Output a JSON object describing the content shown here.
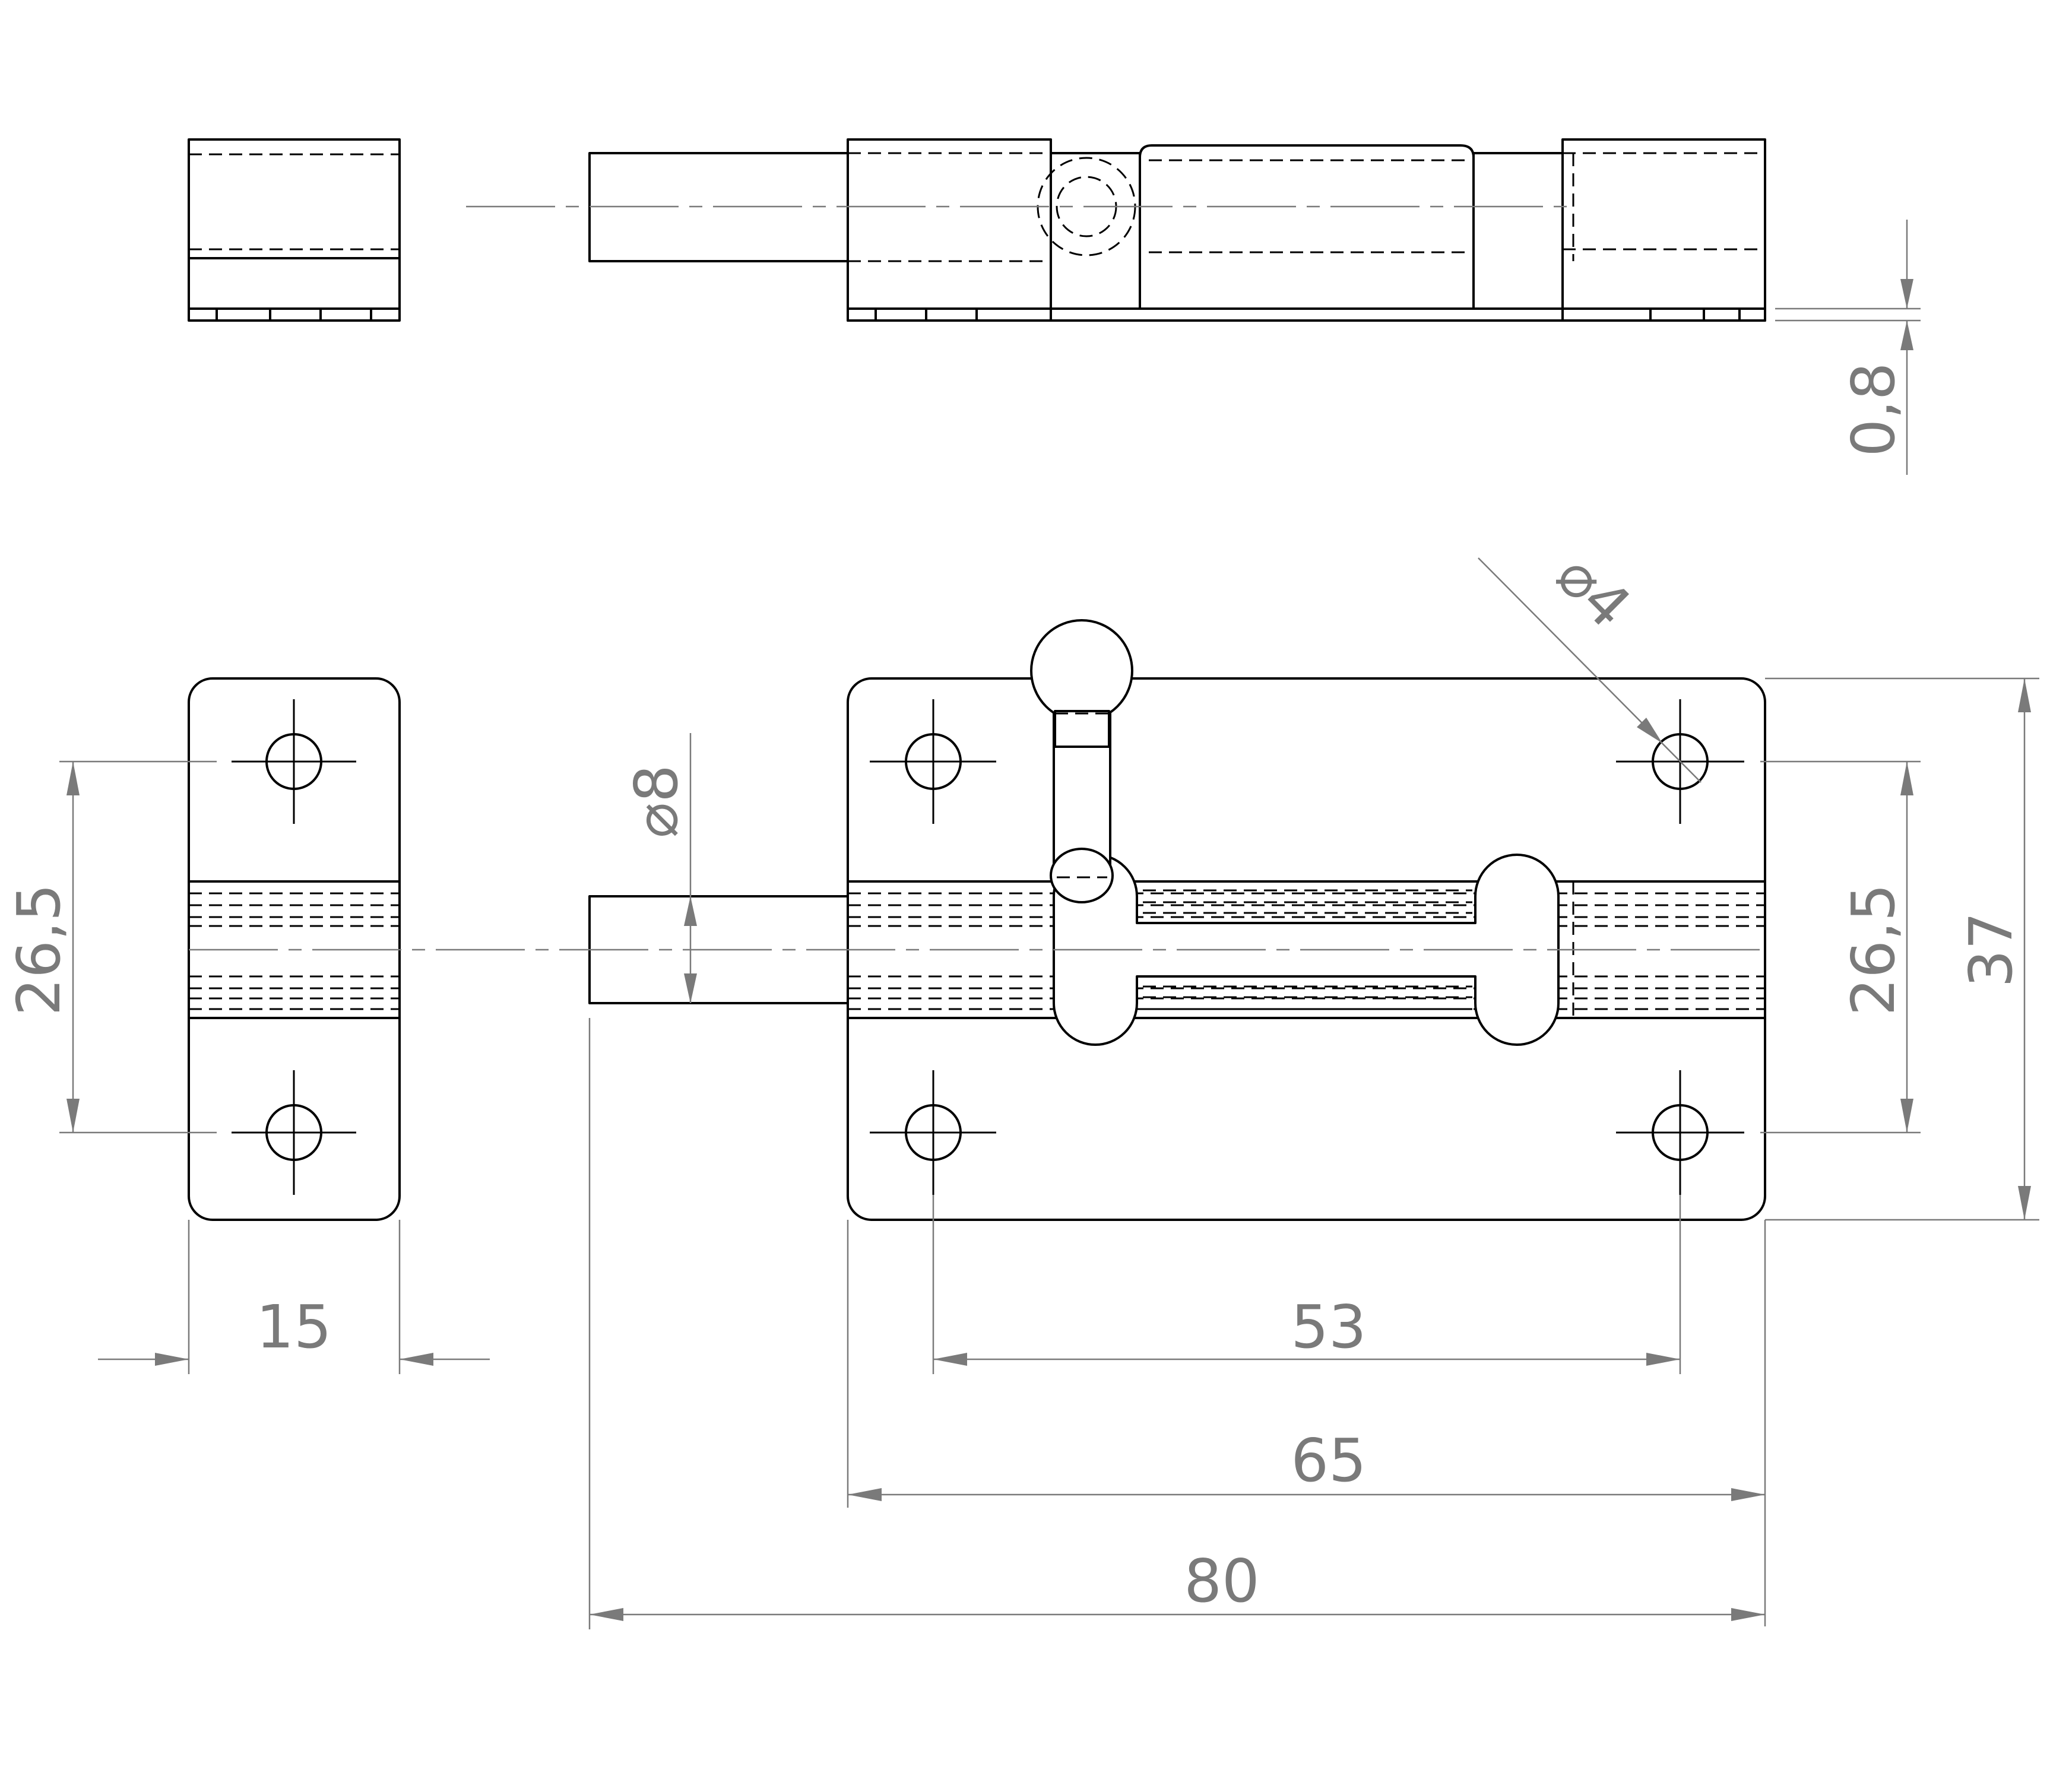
{
  "colors": {
    "line": "#000000",
    "dimension": "#7a7a7a",
    "background": "#ffffff"
  },
  "dimensions": {
    "plate_thickness": "0,8",
    "hole_diameter": "4",
    "bolt_diameter": "8",
    "hole_spacing_vertical_left": "26,5",
    "hole_spacing_vertical_right": "26,5",
    "plate_height": "37",
    "keeper_width": "15",
    "hole_spacing_horizontal": "53",
    "plate_width": "65",
    "overall_length": "80"
  },
  "symbols": {
    "diameter": "⌀"
  }
}
